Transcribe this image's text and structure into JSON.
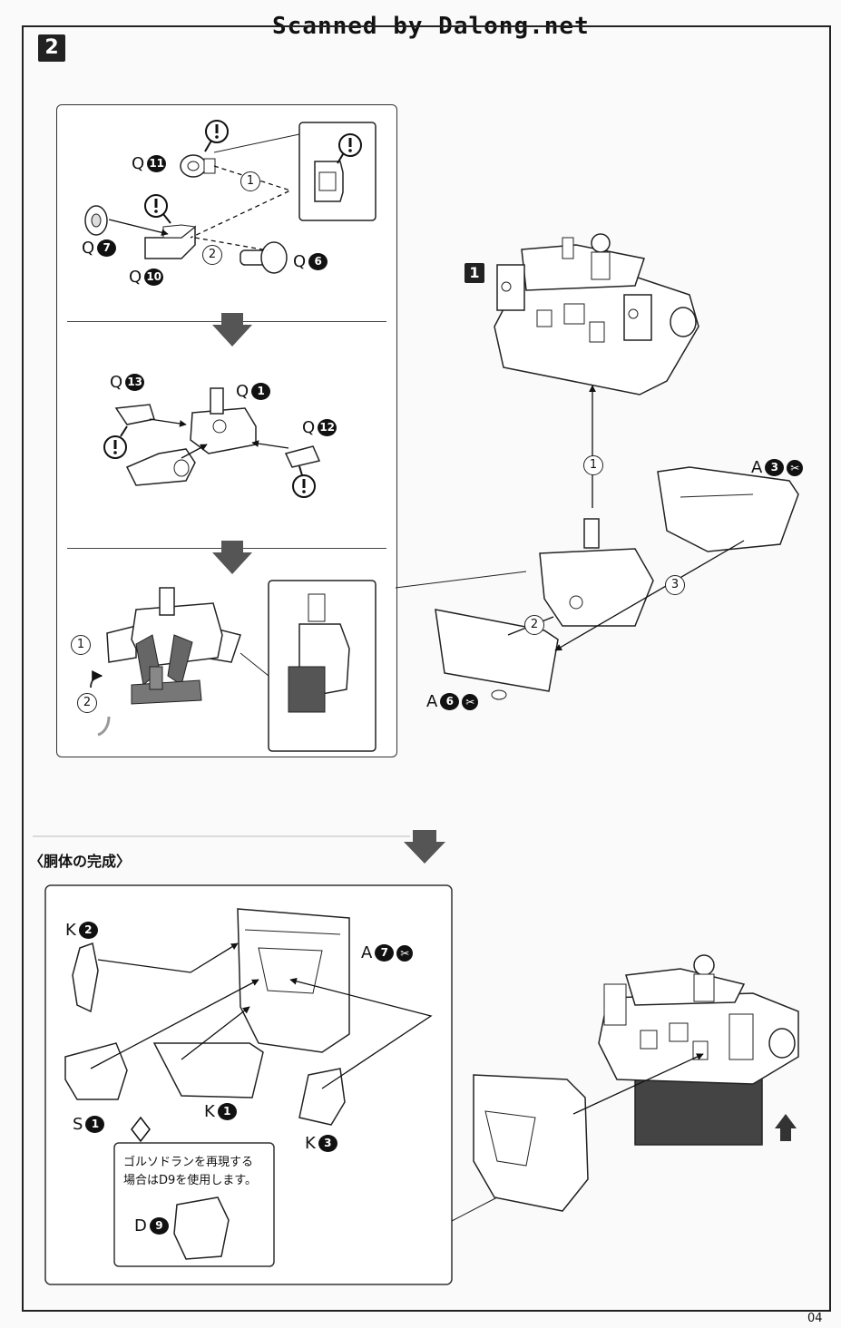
{
  "scanner_header": "Scanned by Dalong.net",
  "step_number": "2",
  "sub_step_marker": "1",
  "section_title": "〈胴体の完成〉",
  "page_number": "04",
  "parts": {
    "q11": {
      "letter": "Q",
      "num": "11"
    },
    "q7": {
      "letter": "Q",
      "num": "7"
    },
    "q10": {
      "letter": "Q",
      "num": "10"
    },
    "q6": {
      "letter": "Q",
      "num": "6"
    },
    "q13": {
      "letter": "Q",
      "num": "13"
    },
    "q1": {
      "letter": "Q",
      "num": "1"
    },
    "q12": {
      "letter": "Q",
      "num": "12"
    },
    "a3": {
      "letter": "A",
      "num": "3"
    },
    "a6": {
      "letter": "A",
      "num": "6"
    },
    "k2": {
      "letter": "K",
      "num": "2"
    },
    "a7": {
      "letter": "A",
      "num": "7"
    },
    "s1": {
      "letter": "S",
      "num": "1"
    },
    "k1": {
      "letter": "K",
      "num": "1"
    },
    "k3": {
      "letter": "K",
      "num": "3"
    },
    "d9": {
      "letter": "D",
      "num": "9"
    }
  },
  "order_markers": {
    "one": "1",
    "two": "2",
    "three": "3"
  },
  "note": {
    "line1": "ゴルソドランを再現する",
    "line2": "場合はD9を使用します。"
  },
  "icons": [
    "caution-icon",
    "cut-gate-icon",
    "down-arrow-icon",
    "up-arrow-icon"
  ]
}
